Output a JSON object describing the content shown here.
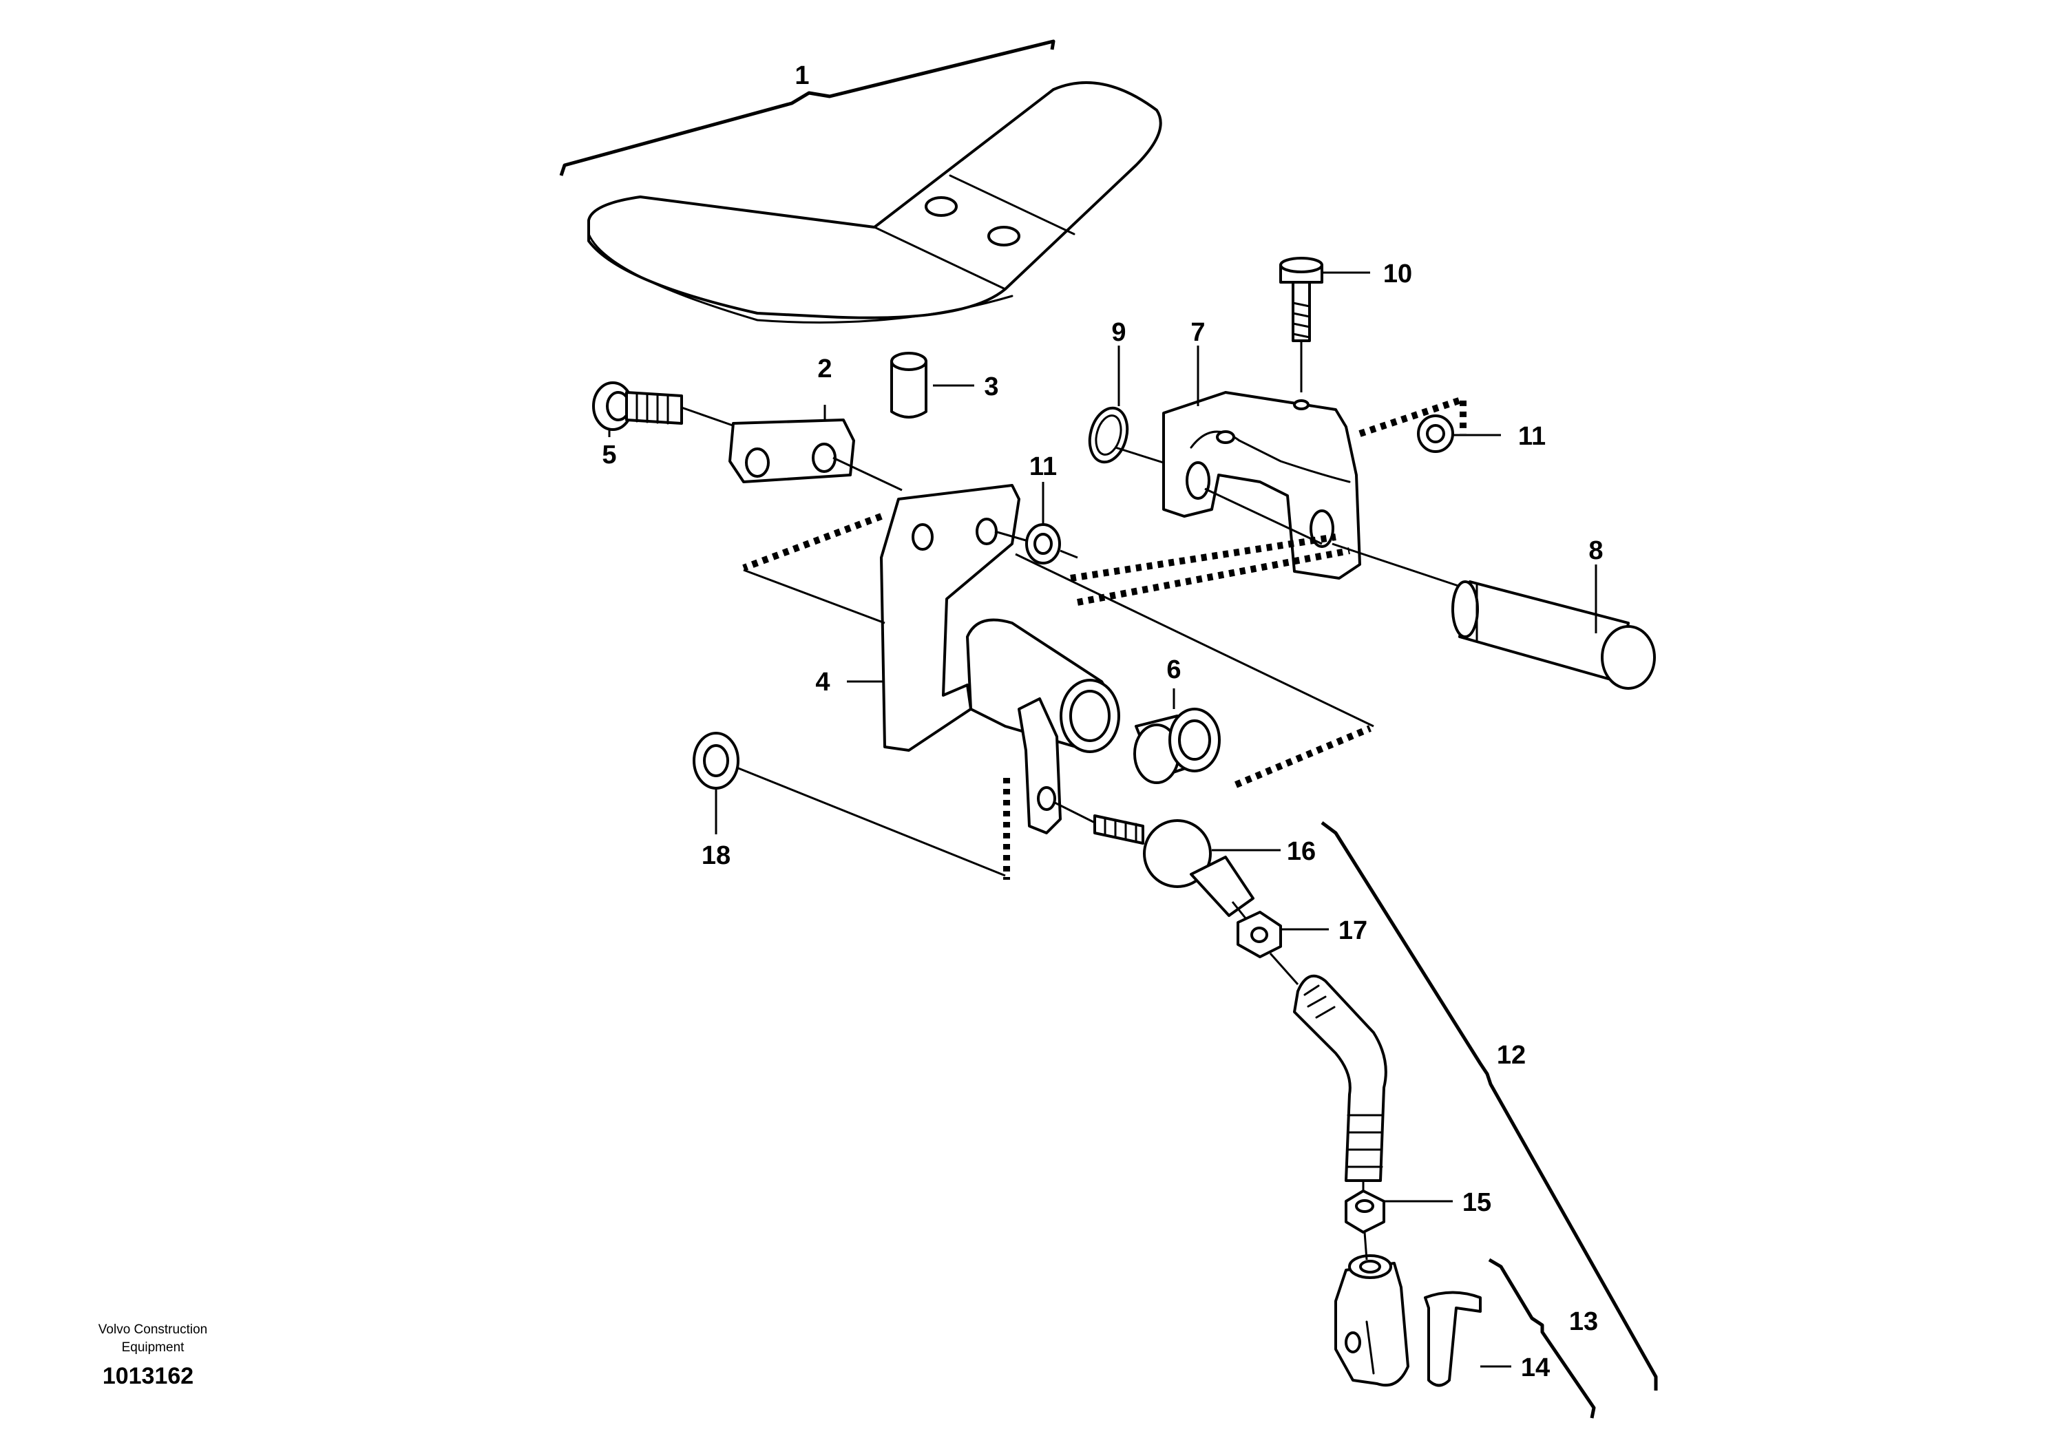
{
  "callouts": {
    "p1": "1",
    "p2": "2",
    "p3": "3",
    "p4": "4",
    "p5": "5",
    "p6": "6",
    "p7": "7",
    "p8": "8",
    "p9": "9",
    "p10": "10",
    "p11a": "11",
    "p11b": "11",
    "p12": "12",
    "p13": "13",
    "p14": "14",
    "p15": "15",
    "p16": "16",
    "p17": "17",
    "p18": "18"
  },
  "footer": {
    "brand_line1": "Volvo Construction",
    "brand_line2": "Equipment",
    "drawing_number": "1013162"
  }
}
